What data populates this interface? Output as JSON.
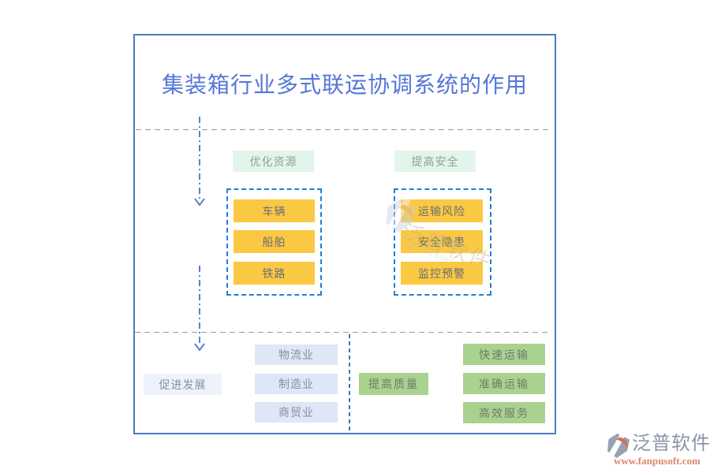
{
  "title": "集装箱行业多式联运协调系统的作用",
  "diagram": {
    "top": {
      "groups": [
        {
          "label": "优化资源",
          "items": [
            "车辆",
            "船舶",
            "铁路"
          ]
        },
        {
          "label": "提高安全",
          "items": [
            "运输风险",
            "安全隐患",
            "监控预警"
          ]
        }
      ]
    },
    "bottom": {
      "left_label": "促进发展",
      "left_items": [
        "物流业",
        "制造业",
        "商贸业"
      ],
      "right_label": "提高质量",
      "right_items": [
        "快速运输",
        "准确运输",
        "高效服务"
      ]
    }
  },
  "watermark": {
    "brand": "泛普软件",
    "sub": "FANPU SOFT"
  },
  "footer": {
    "brand": "泛普软件",
    "url": "www.fanpusoft.com"
  },
  "colors": {
    "frame_blue": "#4a7cc4",
    "title_blue": "#5577d6",
    "dashed_box_blue": "#2080d0",
    "arrow_blue": "#5b82c6",
    "node_yellow": "#fbc844",
    "node_green": "#a9d28e",
    "node_lightblue": "#dde7f6",
    "label_mint": "#e2f5eb",
    "brand_gray": "#8995a8",
    "brand_orange": "#dd8569"
  }
}
